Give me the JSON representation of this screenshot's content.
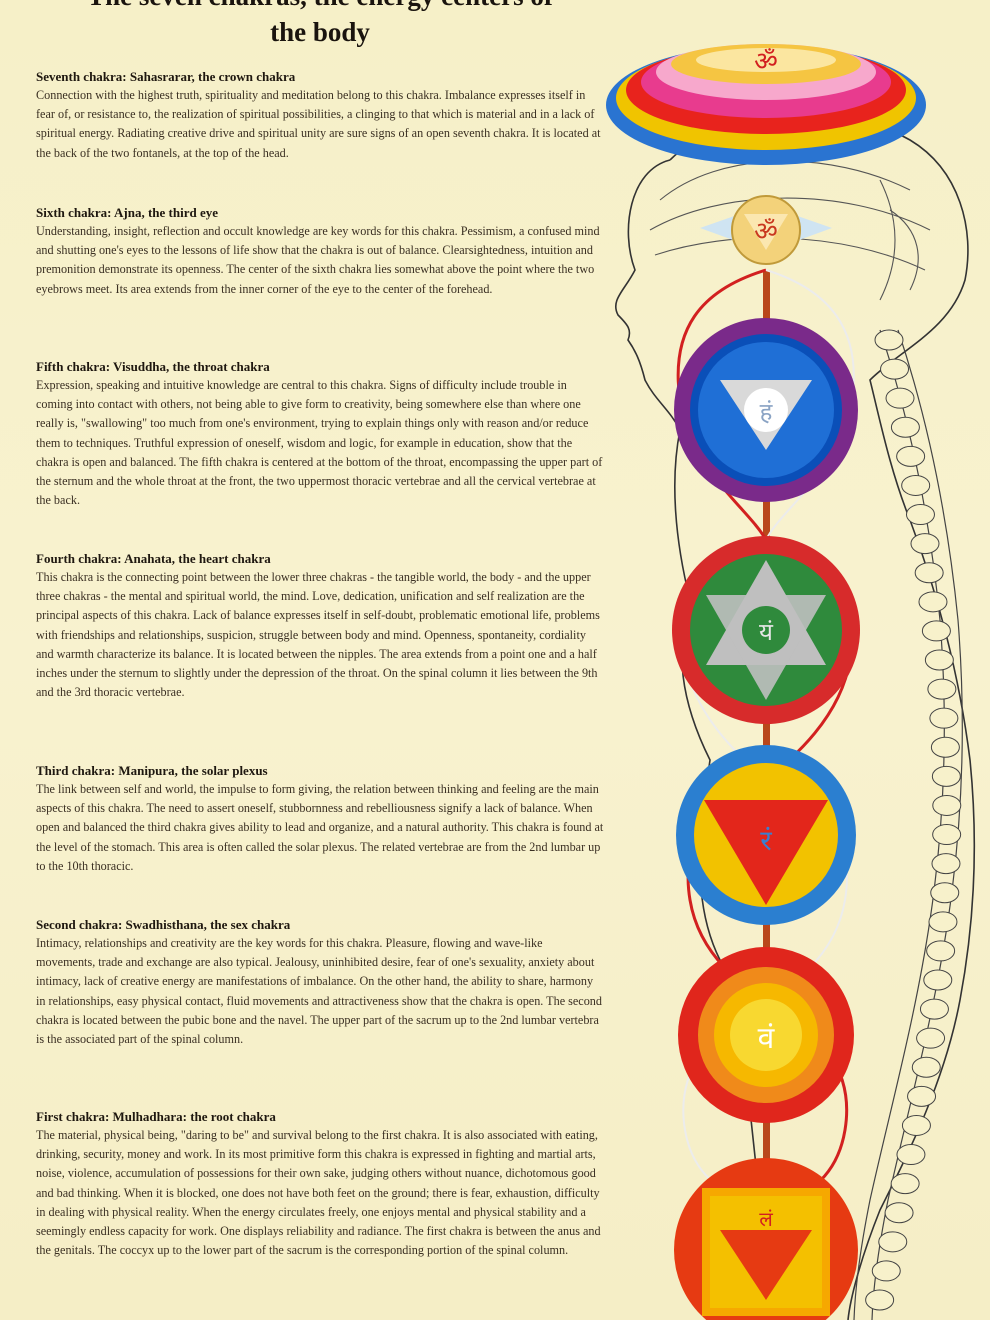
{
  "title_line1": "The seven chakras, the energy centers of",
  "title_line2": "the body",
  "sections": [
    {
      "heading": "Seventh chakra: Sahasrarar, the crown chakra",
      "body": "Connection with the highest truth, spirituality and meditation belong to this chakra. Imbalance expresses itself in fear of, or resistance to, the realization of spiritual possibilities, a clinging to that which is material and in a lack of spiritual energy. Radiating creative drive and spiritual unity are sure signs of an open seventh chakra. It is located at the back of the two fontanels, at the top of the head."
    },
    {
      "heading": "Sixth chakra: Ajna, the third eye",
      "body": "Understanding, insight, reflection and occult knowledge are key words for this chakra. Pessimism, a confused mind and shutting one's eyes to the lessons of life show that the chakra is out of balance. Clearsightedness, intuition and premonition demonstrate its openness. The center of the sixth chakra lies somewhat above the point where the two eyebrows meet. Its area extends from the inner corner of the eye to the center of the forehead."
    },
    {
      "heading": "Fifth chakra: Visuddha, the throat chakra",
      "body": "Expression, speaking and intuitive knowledge are central to this chakra. Signs of difficulty include trouble in coming into contact with others, not being able to give form to creativity, being somewhere else than where one really is, \"swallowing\" too much from one's environment, trying to explain things only with reason and/or reduce them to techniques. Truthful expression of oneself, wisdom and logic, for example in education, show that the chakra is open and balanced. The fifth chakra is centered at the bottom of the throat, encompassing the upper part of the sternum and the whole throat at the front, the two uppermost thoracic vertebrae and all the cervical vertebrae at the back."
    },
    {
      "heading": "Fourth chakra: Anahata, the heart chakra",
      "body": "This chakra is the connecting point between the lower three chakras - the tangible world, the body - and the upper three chakras - the mental and spiritual world, the mind. Love, dedication, unification and self realization are the principal aspects of this chakra. Lack of balance expresses itself in self-doubt, problematic emotional life, problems with friendships and relationships, suspicion, struggle between body and mind. Openness, spontaneity, cordiality and warmth characterize its balance. It is located between the nipples. The area extends from a point one and a half inches under the sternum to slightly under the depression of the throat. On the spinal column it lies between the 9th and the 3rd thoracic vertebrae."
    },
    {
      "heading": "Third chakra: Manipura, the solar plexus",
      "body": "The link between self and world, the impulse to form giving, the relation between thinking and feeling are the main aspects of this chakra. The need to assert oneself, stubbornness and rebelliousness signify a lack of balance. When open and balanced the third chakra gives ability to lead and organize, and a natural authority. This chakra is found at the level of the stomach. This area is often called the solar plexus. The related vertebrae are from the 2nd lumbar up to the 10th thoracic."
    },
    {
      "heading": "Second chakra: Swadhisthana, the sex chakra",
      "body": "Intimacy, relationships and creativity are the key words for this chakra. Pleasure, flowing and wave-like movements, trade and exchange are also typical. Jealousy, uninhibited desire, fear of one's sexuality, anxiety about intimacy, lack of creative energy are manifestations of imbalance. On the other hand, the ability to share, harmony in relationships, easy physical contact, fluid movements and attractiveness show that the chakra is open. The second chakra is located between the pubic bone and the navel. The upper part of the sacrum up to the 2nd lumbar vertebra is the associated part of the spinal column."
    },
    {
      "heading": "First chakra: Mulhadhara: the root chakra",
      "body": "The material, physical being, \"daring to be\" and survival belong to the first chakra. It is also associated with eating, drinking, security, money and work. In its most primitive form this chakra is expressed in fighting and martial arts, noise, violence, accumulation of possessions for their own sake, judging others without nuance, dichotomous good and bad thinking. When it is blocked, one does not have both feet on the ground; there is fear, exhaustion, difficulty in dealing with physical reality. When the energy circulates freely, one enjoys mental and physical stability and a seemingly endless capacity for work. One displays reliability and radiance. The first chakra is between the anus and the genitals. The coccyx up to the lower part of the sacrum is the corresponding portion of the spinal column."
    }
  ],
  "symbols": {
    "crown": "ॐ",
    "ajna": "ॐ",
    "throat": "हं",
    "heart": "यं",
    "solar": "रं",
    "sacral": "वं",
    "root": "लं"
  },
  "colors": {
    "crown_petals": "#e83b8e",
    "ajna": "#f3d27a",
    "throat": "#1f6fd6",
    "throat_petals": "#7a2a8a",
    "heart": "#2f8a3c",
    "heart_petals": "#d72b2b",
    "solar": "#f2c200",
    "solar_petals": "#2b7fd0",
    "sacral": "#f6b800",
    "sacral_petals": "#e0261c",
    "root": "#e63a12",
    "channel": "#d22020"
  }
}
